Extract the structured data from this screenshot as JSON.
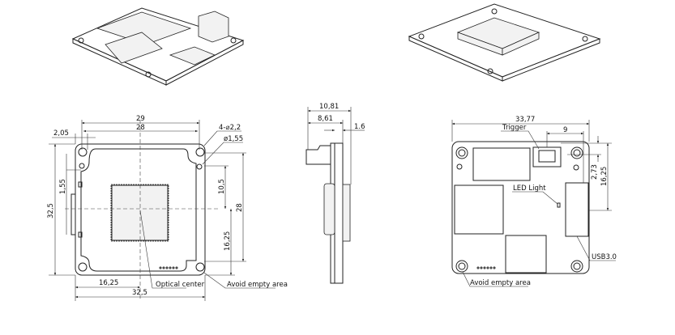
{
  "front_view": {
    "width_outer": "29",
    "width_inner": "28",
    "edge_offset": "2,05",
    "holes_large": "4-⌀2,2",
    "holes_small": "ø1,55",
    "height_total": "32,5",
    "connector_offset": "1,55",
    "center_to_hole": "10,5",
    "hole_spacing_v": "28",
    "center_height": "16,25",
    "center_width": "16,25",
    "width_total": "32,5",
    "optical_center_label": "Optical center",
    "avoid_area_label": "Avoid empty area"
  },
  "side_view": {
    "depth_total": "10,81",
    "depth_connector": "8,61",
    "board_thickness": "1.6"
  },
  "back_view": {
    "width_total": "33,77",
    "trigger_label": "Trigger",
    "trigger_offset": "9",
    "trigger_height": "2,73",
    "usb_height": "16,25",
    "led_label": "LED Light",
    "usb_label": "USB3.0",
    "avoid_area_label": "Avoid empty area"
  }
}
